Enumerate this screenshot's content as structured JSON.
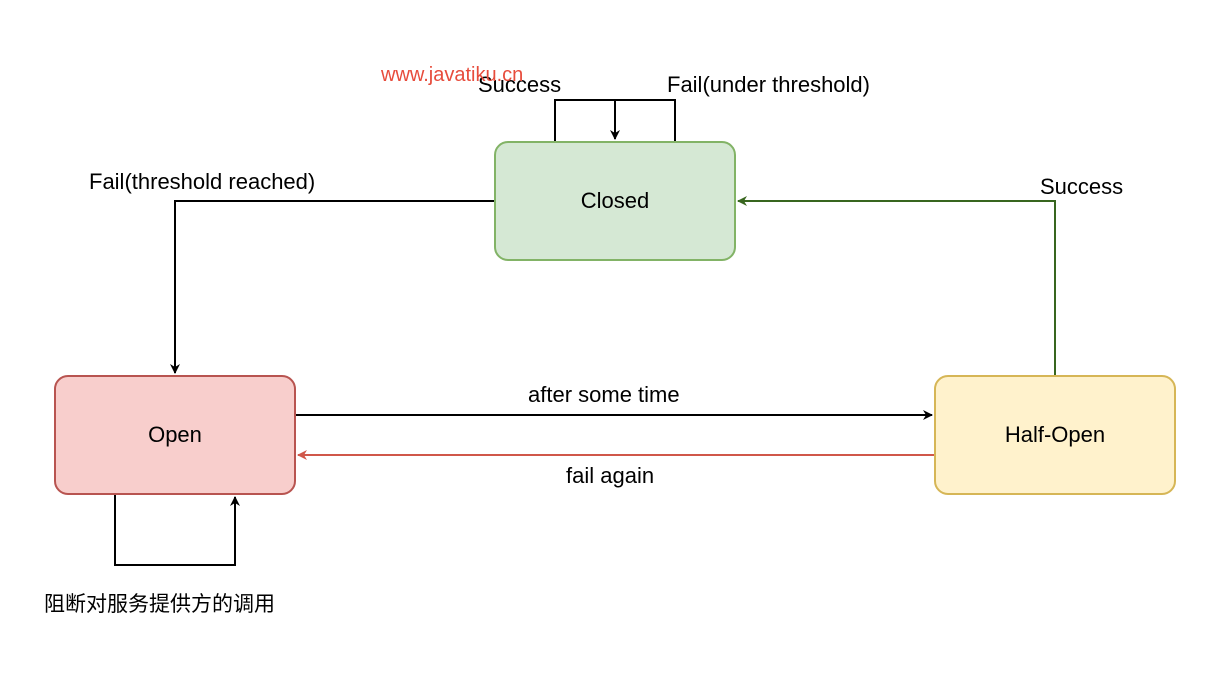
{
  "watermark": "www.javatiku.cn",
  "nodes": {
    "closed": "Closed",
    "open": "Open",
    "half_open": "Half-Open"
  },
  "edges": {
    "closed_success": "Success",
    "closed_fail_under": "Fail(under threshold)",
    "closed_to_open": "Fail(threshold reached)",
    "half_open_to_closed": "Success",
    "open_to_half_open": "after some time",
    "half_open_to_open": "fail again",
    "open_self": "阻断对服务提供方的调用"
  },
  "colors": {
    "closed_fill": "#d5e8d4",
    "closed_stroke": "#82b366",
    "open_fill": "#f8cecc",
    "open_stroke": "#b85450",
    "half_open_fill": "#fff2cc",
    "half_open_stroke": "#d6b656",
    "success_edge": "#38661f",
    "fail_again_edge": "#d0574a",
    "default_edge": "#000000",
    "watermark": "#e74c3c"
  }
}
